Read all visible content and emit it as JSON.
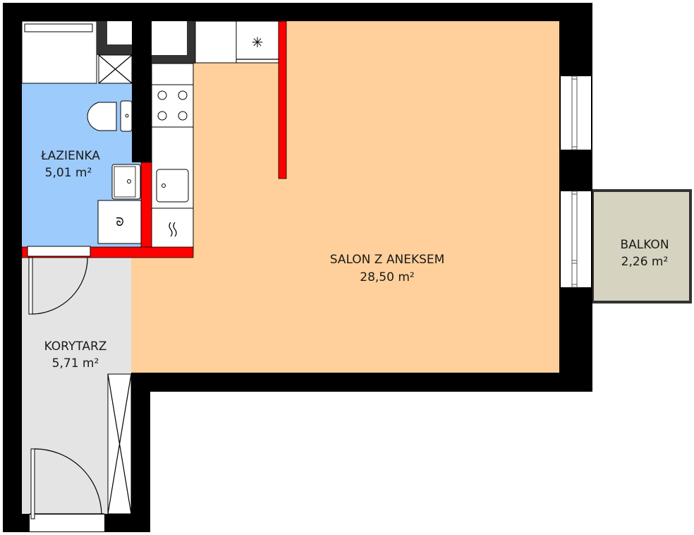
{
  "rooms": {
    "bathroom": {
      "name": "ŁAZIENKA",
      "area": "5,01 m²"
    },
    "living": {
      "name": "SALON Z ANEKSEM",
      "area": "28,50 m²"
    },
    "corridor": {
      "name": "KORYTARZ",
      "area": "5,71 m²"
    },
    "balcony": {
      "name": "BALKON",
      "area": "2,26 m²"
    }
  },
  "colors": {
    "living": "#FFD09B",
    "bathroom": "#9DCBFB",
    "corridor": "#E4E4E4",
    "balcony": "#D6D3C0",
    "wall": "#000000",
    "new_wall": "#FF0000"
  }
}
